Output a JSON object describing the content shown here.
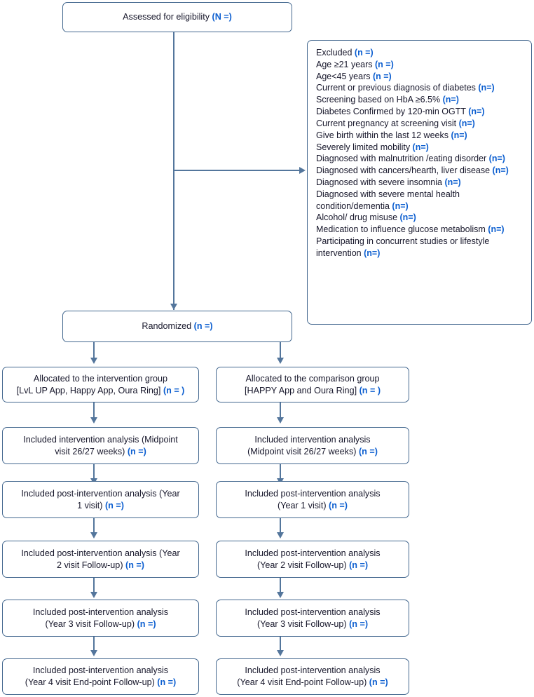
{
  "diagram": {
    "type": "consort-flow-diagram",
    "title": "CONSORT participant flow diagram",
    "colors": {
      "box_border": "#44688f",
      "connector": "#54769c",
      "text": "#17172b",
      "accent_count": "#0d5fd0",
      "background": "#ffffff"
    }
  },
  "nodes": {
    "assessed": {
      "label": "Assessed for eligibility ",
      "count": "(N =)"
    },
    "excluded": {
      "heading": "Excluded ",
      "heading_count": "(n =)",
      "reasons": [
        {
          "text": "Age ≥21 years ",
          "count": "(n =)"
        },
        {
          "text": "Age<45 years ",
          "count": "(n =)"
        },
        {
          "text": "Current or previous diagnosis of diabetes ",
          "count": "(n=)"
        },
        {
          "text": "Screening based on HbA ≥6.5% ",
          "count": "(n=)"
        },
        {
          "text": "Diabetes Confirmed by 120-min OGTT ",
          "count": "(n=)"
        },
        {
          "text": "Current pregnancy at screening visit ",
          "count": "(n=)"
        },
        {
          "text": "Give birth within the last 12 weeks ",
          "count": "(n=)"
        },
        {
          "text": "Severely limited mobility ",
          "count": "(n=)"
        },
        {
          "text": "Diagnosed with malnutrition /eating disorder ",
          "count": "(n=)"
        },
        {
          "text": "Diagnosed with cancers/hearth, liver disease ",
          "count": "(n=)"
        },
        {
          "text": "Diagnosed with severe insomnia ",
          "count": "(n=)"
        },
        {
          "text": "Diagnosed with severe mental health condition/dementia ",
          "count": "(n=)"
        },
        {
          "text": "Alcohol/ drug misuse ",
          "count": "(n=)"
        },
        {
          "text": "Medication to influence glucose metabolism ",
          "count": "(n=)"
        },
        {
          "text": "Participating in concurrent studies or lifestyle intervention ",
          "count": "(n=)"
        }
      ]
    },
    "randomized": {
      "label": "Randomized ",
      "count": "(n =)"
    },
    "intervention_arm": {
      "allocation": {
        "line1": "Allocated to the intervention group",
        "line2": "[LvL UP App, Happy App, Oura Ring] ",
        "count": "(n = )"
      },
      "steps": [
        {
          "line1": "Included intervention analysis (Midpoint",
          "line2": "visit 26/27 weeks) ",
          "count": "(n =)"
        },
        {
          "line1": "Included post-intervention analysis (Year",
          "line2": "1 visit) ",
          "count": "(n =)"
        },
        {
          "line1": "Included post-intervention analysis (Year",
          "line2": "2 visit Follow-up) ",
          "count": "(n =)"
        },
        {
          "line1": "Included post-intervention analysis",
          "line2": "(Year 3 visit Follow-up) ",
          "count": "(n =)"
        },
        {
          "line1": "Included post-intervention analysis",
          "line2": "(Year 4 visit End-point Follow-up) ",
          "count": "(n =)"
        }
      ]
    },
    "comparison_arm": {
      "allocation": {
        "line1": "Allocated to the comparison group",
        "line2": "[HAPPY App and Oura Ring] ",
        "count": "(n = )"
      },
      "steps": [
        {
          "line1": "Included intervention analysis",
          "line2": "(Midpoint visit 26/27 weeks) ",
          "count": "(n =)"
        },
        {
          "line1": "Included post-intervention analysis",
          "line2": "(Year 1 visit) ",
          "count": "(n =)"
        },
        {
          "line1": "Included post-intervention analysis",
          "line2": "(Year 2 visit Follow-up) ",
          "count": "(n =)"
        },
        {
          "line1": "Included post-intervention analysis",
          "line2": "(Year 3 visit Follow-up) ",
          "count": "(n =)"
        },
        {
          "line1": "Included post-intervention analysis",
          "line2": "(Year 4 visit End-point Follow-up) ",
          "count": "(n =)"
        }
      ]
    }
  }
}
